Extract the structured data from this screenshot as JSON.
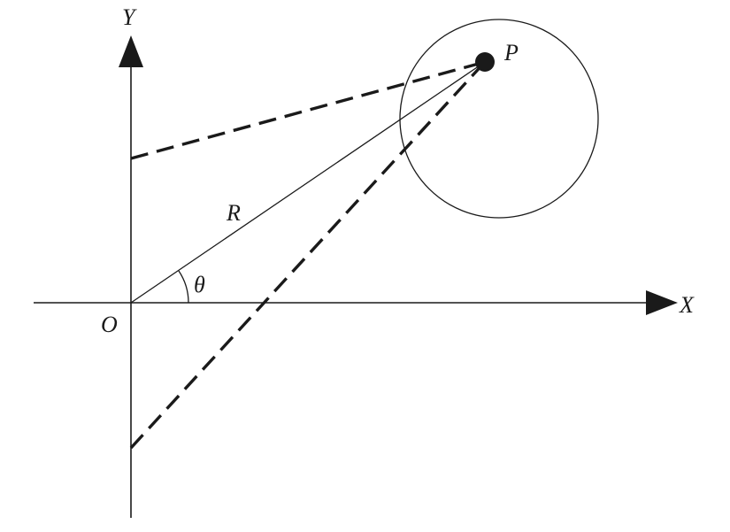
{
  "labels": {
    "y_axis": "Y",
    "x_axis": "X",
    "origin": "O",
    "point": "P",
    "radius": "R",
    "angle": "θ"
  },
  "colors": {
    "ink": "#1a1a1a",
    "background": "#ffffff"
  }
}
